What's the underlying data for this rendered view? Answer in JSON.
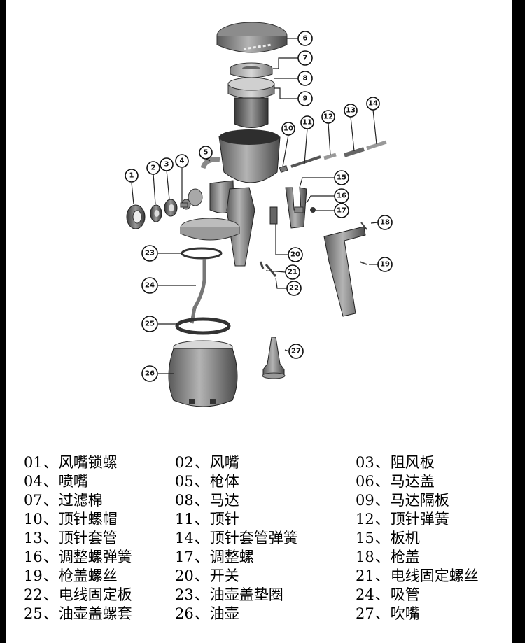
{
  "callouts": [
    "1",
    "2",
    "3",
    "4",
    "5",
    "6",
    "7",
    "8",
    "9",
    "10",
    "11",
    "12",
    "13",
    "14",
    "15",
    "16",
    "17",
    "18",
    "19",
    "20",
    "21",
    "22",
    "23",
    "24",
    "25",
    "26",
    "27"
  ],
  "legend": {
    "separator": "、",
    "rows": [
      [
        {
          "num": "01",
          "name": "风嘴锁螺"
        },
        {
          "num": "02",
          "name": "风嘴"
        },
        {
          "num": "03",
          "name": "阻风板"
        }
      ],
      [
        {
          "num": "04",
          "name": "喷嘴"
        },
        {
          "num": "05",
          "name": "枪体"
        },
        {
          "num": "06",
          "name": "马达盖"
        }
      ],
      [
        {
          "num": "07",
          "name": "过滤棉"
        },
        {
          "num": "08",
          "name": "马达"
        },
        {
          "num": "09",
          "name": "马达隔板"
        }
      ],
      [
        {
          "num": "10",
          "name": "顶针螺帽"
        },
        {
          "num": "11",
          "name": "顶针"
        },
        {
          "num": "12",
          "name": "顶针弹簧"
        }
      ],
      [
        {
          "num": "13",
          "name": "顶针套管"
        },
        {
          "num": "14",
          "name": "顶针套管弹簧"
        },
        {
          "num": "15",
          "name": "板机"
        }
      ],
      [
        {
          "num": "16",
          "name": "调整螺弹簧"
        },
        {
          "num": "17",
          "name": "调整螺"
        },
        {
          "num": "18",
          "name": "枪盖"
        }
      ],
      [
        {
          "num": "19",
          "name": "枪盖螺丝"
        },
        {
          "num": "20",
          "name": "开关"
        },
        {
          "num": "21",
          "name": "电线固定螺丝"
        }
      ],
      [
        {
          "num": "22",
          "name": "电线固定板"
        },
        {
          "num": "23",
          "name": "油壶盖垫圈"
        },
        {
          "num": "24",
          "name": "吸管"
        }
      ],
      [
        {
          "num": "25",
          "name": "油壶盖螺套"
        },
        {
          "num": "26",
          "name": "油壶"
        },
        {
          "num": "27",
          "name": "吹嘴"
        }
      ]
    ]
  }
}
